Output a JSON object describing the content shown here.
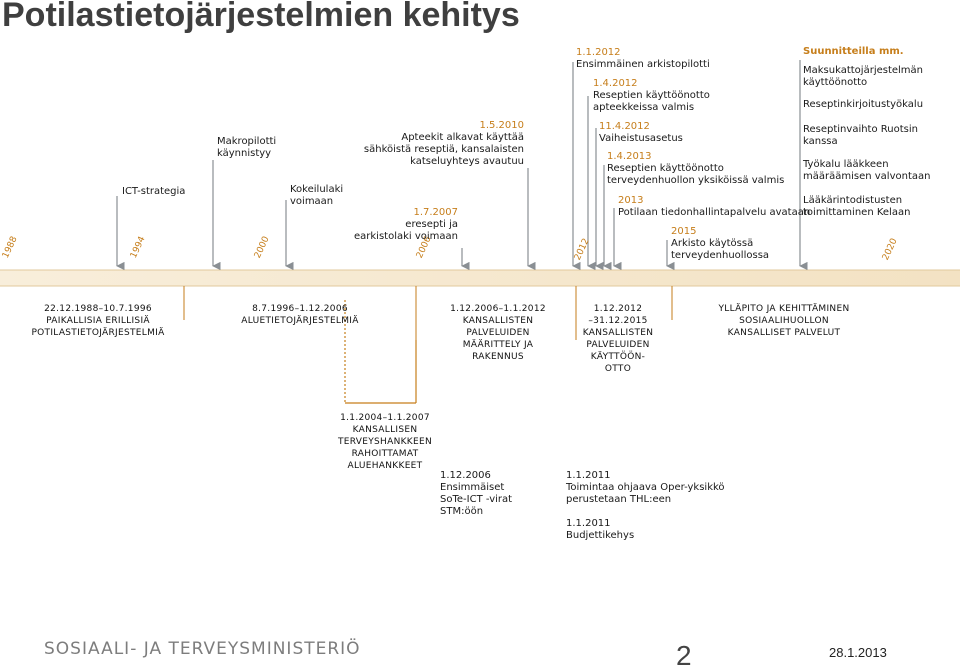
{
  "title": "Potilastietojärjestelmien kehitys",
  "years": [
    "1988",
    "1994",
    "2000",
    "2006",
    "2012",
    "2020"
  ],
  "events_left": [
    {
      "text": "ICT-strategia"
    },
    {
      "text1": "Makropilotti",
      "text2": "käynnistyy"
    },
    {
      "text1": "Kokeilulaki",
      "text2": "voimaan"
    },
    {
      "date": "1.5.2010",
      "text1": "Apteekit alkavat käyttää",
      "text2": "sähköistä reseptiä, kansalaisten",
      "text3": "katseluyhteys avautuu"
    },
    {
      "date": "1.7.2007",
      "text1": "eresepti ja",
      "text2": "earkistolaki voimaan"
    }
  ],
  "events_right": [
    {
      "date": "1.1.2012",
      "text": "Ensimmäinen arkistopilotti"
    },
    {
      "date": "1.4.2012",
      "text1": "Reseptien käyttöönotto",
      "text2": "apteekkeissa valmis"
    },
    {
      "date": "11.4.2012",
      "text": "Vaiheistusasetus"
    },
    {
      "date": "1.4.2013",
      "text1": "Reseptien käyttöönotto",
      "text2": "terveydenhuollon yksiköissä valmis"
    },
    {
      "date": "2013",
      "text": "Potilaan tiedonhallintapalvelu avataan"
    },
    {
      "date": "2015",
      "text1": "Arkisto käytössä",
      "text2": "terveydenhuollossa"
    }
  ],
  "planned": {
    "title": "Suunnitteilla mm.",
    "items": [
      {
        "line1": "Maksukattojärjestelmän",
        "line2": "käyttöönotto"
      },
      {
        "line1": "Reseptinkirjoitustyökalu",
        "line2": ""
      },
      {
        "line1": "Reseptinvaihto Ruotsin",
        "line2": "kanssa"
      },
      {
        "line1": "Työkalu lääkkeen",
        "line2": "määräämisen valvontaan"
      },
      {
        "line1": "Lääkärintodistusten",
        "line2": "toimittaminen Kelaan"
      }
    ]
  },
  "phases": [
    {
      "date": "22.12.1988–10.7.1996",
      "l1": "Paikallisia erillisiä",
      "l2": "potilastietojärjestelmiä"
    },
    {
      "date": "8.7.1996–1.12.2006",
      "l1": "Aluetietojärjestelmiä"
    },
    {
      "date": "1.12.2006–1.1.2012",
      "l1": "Kansallisten",
      "l2": "palveluiden",
      "l3": "määrittely ja",
      "l4": "rakennus"
    },
    {
      "date": "1.12.2012",
      "date2": "–31.12.2015",
      "l1": "Kansallisten",
      "l2": "palveluiden",
      "l3": "käyttöön-",
      "l4": "otto"
    },
    {
      "date": "Ylläpito ja kehittäminen",
      "l1": "Sosiaalihuollon",
      "l2": "kansalliset palvelut"
    }
  ],
  "sub_events": [
    {
      "date": "1.1.2004–1.1.2007",
      "l1": "Kansallisen",
      "l2": "terveyshankkeen",
      "l3": "rahoittamat",
      "l4": "aluehankkeet"
    },
    {
      "date": "1.12.2006",
      "l1": "Ensimmäiset",
      "l2": "SoTe-ICT -virat",
      "l3": "STM:öön"
    },
    {
      "date": "1.1.2011",
      "l1": "Toimintaa ohjaava Oper-yksikkö",
      "l2": "perustetaan THL:een"
    },
    {
      "date": "1.1.2011",
      "l1": "Budjettikehys"
    }
  ],
  "footer": {
    "ministry": "SOSIAALI- JA TERVEYSMINISTERIÖ",
    "page": "2",
    "date": "28.1.2013"
  },
  "colors": {
    "accent": "#c67e1b",
    "arrow": "#8a8f94",
    "band": "#f5e7cf"
  }
}
